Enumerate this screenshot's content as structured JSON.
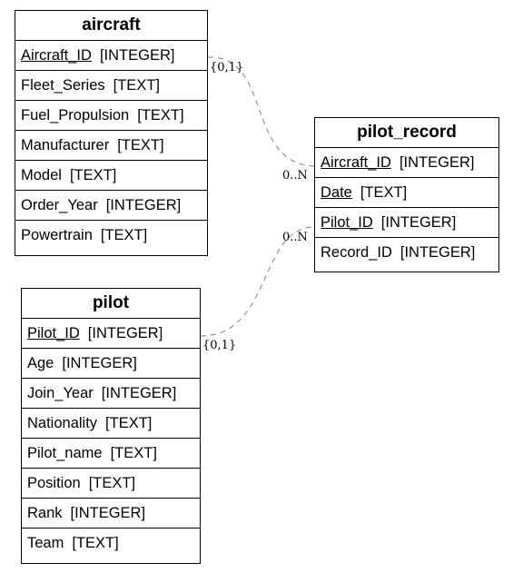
{
  "diagram": {
    "tables": {
      "aircraft": {
        "name": "aircraft",
        "fields": [
          {
            "name": "Aircraft_ID",
            "type": "[INTEGER]",
            "pk": true
          },
          {
            "name": "Fleet_Series",
            "type": "[TEXT]",
            "pk": false
          },
          {
            "name": "Fuel_Propulsion",
            "type": "[TEXT]",
            "pk": false
          },
          {
            "name": "Manufacturer",
            "type": "[TEXT]",
            "pk": false
          },
          {
            "name": "Model",
            "type": "[TEXT]",
            "pk": false
          },
          {
            "name": "Order_Year",
            "type": "[INTEGER]",
            "pk": false
          },
          {
            "name": "Powertrain",
            "type": "[TEXT]",
            "pk": false
          }
        ]
      },
      "pilot_record": {
        "name": "pilot_record",
        "fields": [
          {
            "name": "Aircraft_ID",
            "type": "[INTEGER]",
            "pk": true
          },
          {
            "name": "Date",
            "type": "[TEXT]",
            "pk": true
          },
          {
            "name": "Pilot_ID",
            "type": "[INTEGER]",
            "pk": true
          },
          {
            "name": "Record_ID",
            "type": "[INTEGER]",
            "pk": false
          }
        ]
      },
      "pilot": {
        "name": "pilot",
        "fields": [
          {
            "name": "Pilot_ID",
            "type": "[INTEGER]",
            "pk": true
          },
          {
            "name": "Age",
            "type": "[INTEGER]",
            "pk": false
          },
          {
            "name": "Join_Year",
            "type": "[INTEGER]",
            "pk": false
          },
          {
            "name": "Nationality",
            "type": "[TEXT]",
            "pk": false
          },
          {
            "name": "Pilot_name",
            "type": "[TEXT]",
            "pk": false
          },
          {
            "name": "Position",
            "type": "[TEXT]",
            "pk": false
          },
          {
            "name": "Rank",
            "type": "[INTEGER]",
            "pk": false
          },
          {
            "name": "Team",
            "type": "[TEXT]",
            "pk": false
          }
        ]
      }
    },
    "relationships": [
      {
        "from": "aircraft.Aircraft_ID",
        "to": "pilot_record.Aircraft_ID",
        "from_card": "{0,1}",
        "to_card": "0..N"
      },
      {
        "from": "pilot.Pilot_ID",
        "to": "pilot_record.Pilot_ID",
        "from_card": "{0,1}",
        "to_card": "0..N"
      }
    ],
    "line_color": "#808080"
  }
}
